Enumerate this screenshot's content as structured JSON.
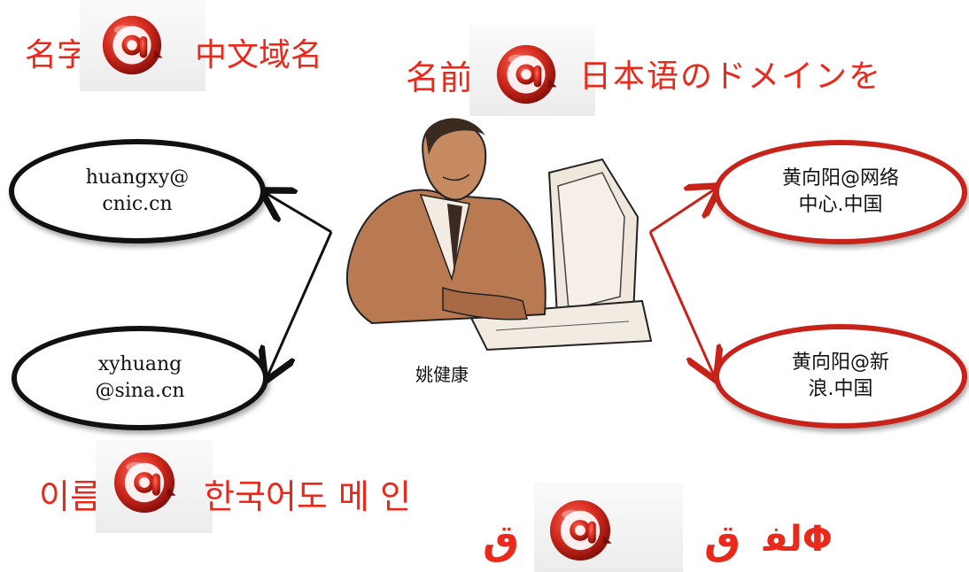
{
  "titles": {
    "chinese": {
      "before": "名字",
      "after": "中文域名"
    },
    "japanese": {
      "before": "名前",
      "after": "日本语のドメインを"
    },
    "korean": {
      "before": "이름",
      "after": "한국어도 메 인"
    },
    "arabic": {
      "before": "ق",
      "middle": "ق",
      "after": "ﻟﻔΦ"
    }
  },
  "emails": {
    "left_top": {
      "line1": "huangxy@",
      "line2": "cnic.cn"
    },
    "left_bottom": {
      "line1": "xyhuang",
      "line2": "@sina.cn"
    },
    "right_top": {
      "line1": "黄向阳@网络",
      "line2": "中心.中国"
    },
    "right_bottom": {
      "line1": "黄向阳@新",
      "line2": "浪.中国"
    }
  },
  "person": {
    "name": "姚健康"
  },
  "colors": {
    "red": "#e8291c",
    "oval_red": "#c8231a",
    "oval_black": "#111111",
    "arrow_red": "#c8231a"
  },
  "icons": [
    "at-sign-icon",
    "person-at-computer-illustration"
  ]
}
